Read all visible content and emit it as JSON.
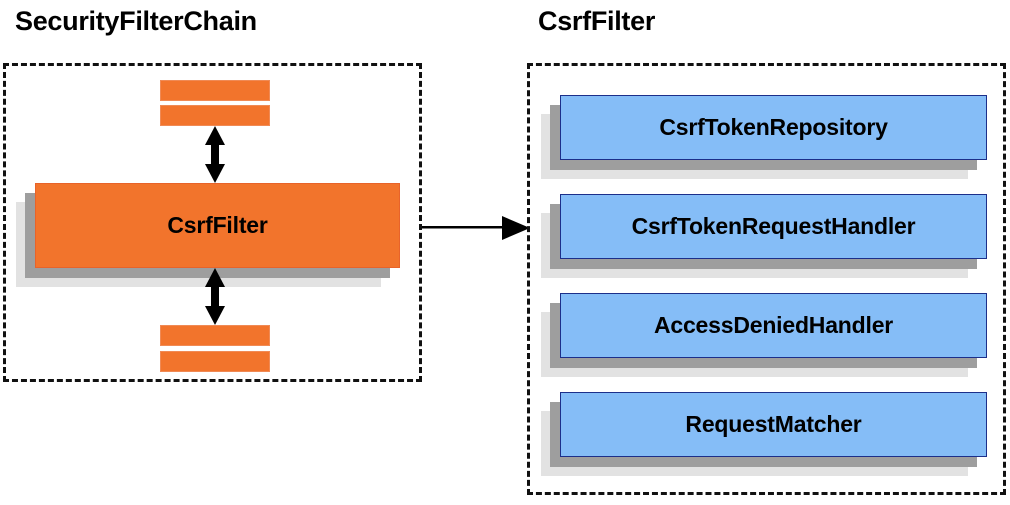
{
  "diagram": {
    "title_left": "SecurityFilterChain",
    "title_right": "CsrfFilter",
    "colors": {
      "orange_fill": "#F2742C",
      "orange_border": "#E8632A",
      "blue_fill": "#85BDF7",
      "blue_border": "#1C2F8A",
      "shadow_near": "#9E9E9E",
      "shadow_far": "#E2E2E2",
      "outline": "#111111",
      "text": "#000000"
    }
  },
  "left_panel": {
    "title": "SecurityFilterChain",
    "filter_block": {
      "label": "CsrfFilter"
    },
    "filters_above": [
      {
        "label": ""
      },
      {
        "label": ""
      }
    ],
    "filters_below": [
      {
        "label": ""
      },
      {
        "label": ""
      }
    ],
    "connector_above": "double-headed-vertical-arrow",
    "connector_below": "double-headed-vertical-arrow"
  },
  "right_panel": {
    "title": "CsrfFilter",
    "collaborators": [
      {
        "label": "CsrfTokenRepository"
      },
      {
        "label": "CsrfTokenRequestHandler"
      },
      {
        "label": "AccessDeniedHandler"
      },
      {
        "label": "RequestMatcher"
      }
    ]
  },
  "cross_link": {
    "from": "CsrfFilter",
    "to": "CsrfFilter collaborators",
    "style": "single-headed-horizontal-arrow"
  }
}
